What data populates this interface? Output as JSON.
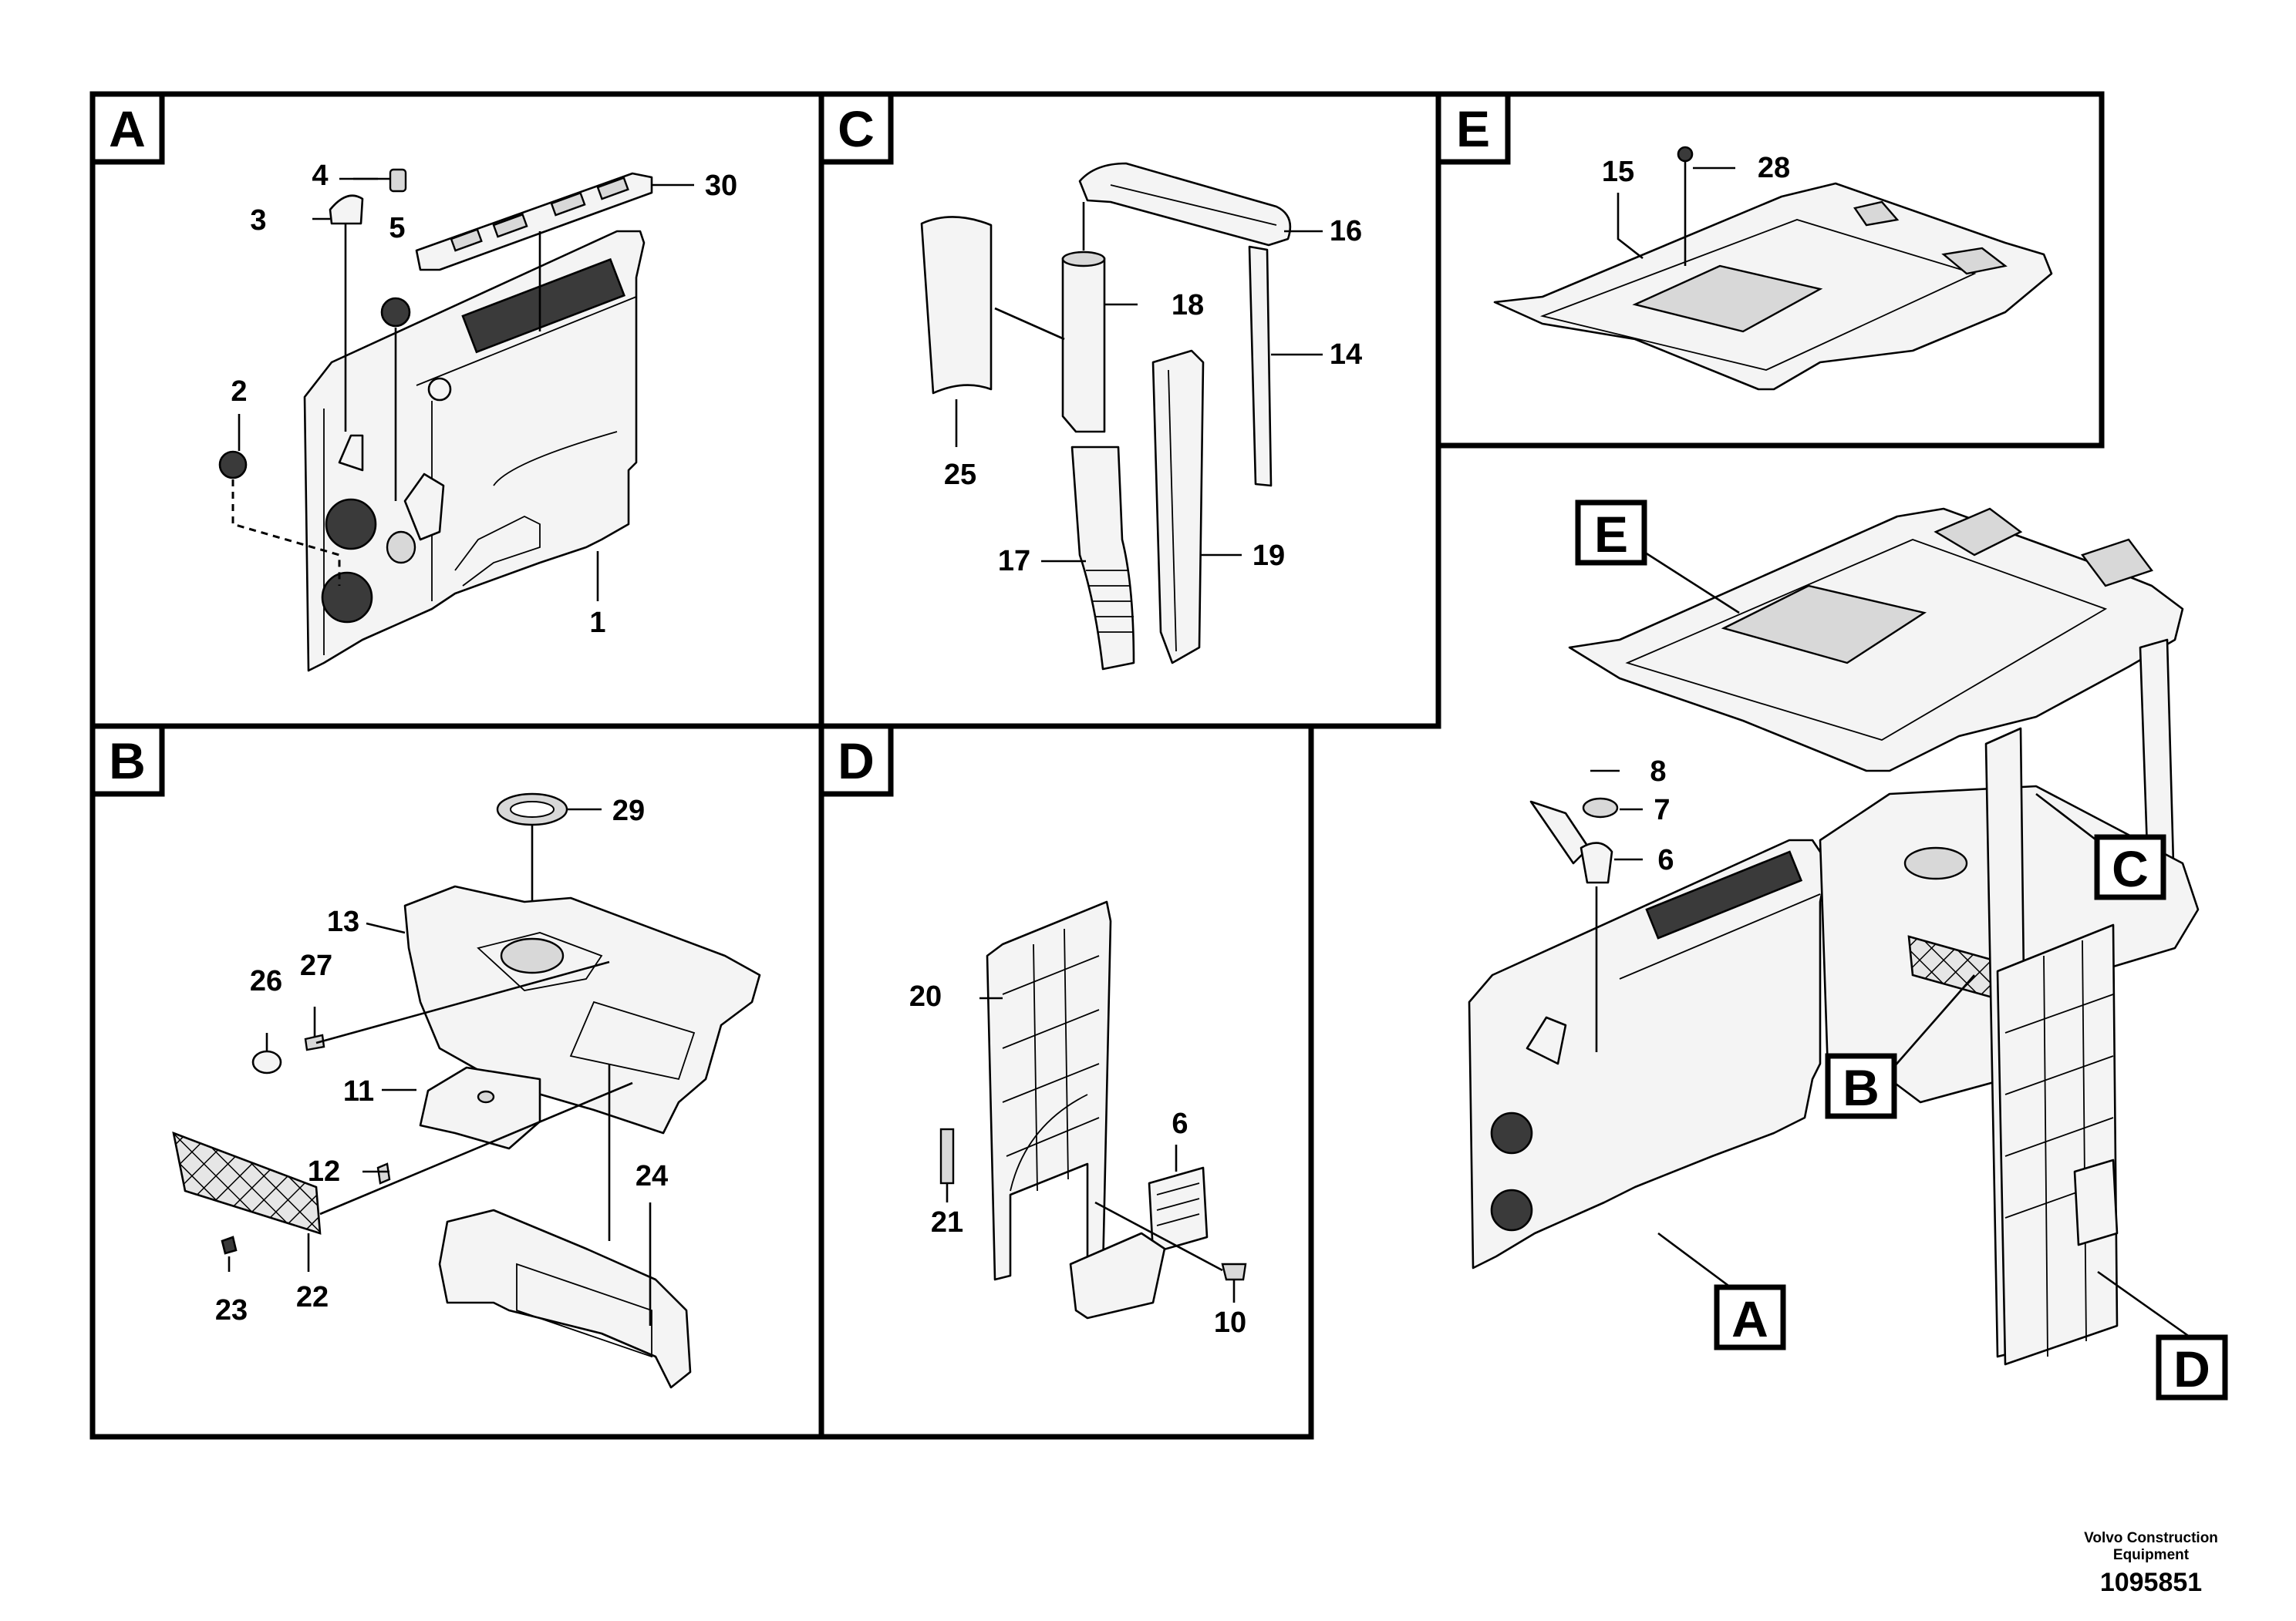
{
  "panels": [
    {
      "id": "A",
      "label": "A"
    },
    {
      "id": "B",
      "label": "B"
    },
    {
      "id": "C",
      "label": "C"
    },
    {
      "id": "D",
      "label": "D"
    },
    {
      "id": "E",
      "label": "E"
    }
  ],
  "overview_labels": {
    "E": "E",
    "C": "C",
    "B": "B",
    "A": "A",
    "D": "D"
  },
  "callouts": {
    "panel_A": [
      "1",
      "2",
      "3",
      "4",
      "5",
      "30"
    ],
    "panel_B": [
      "11",
      "12",
      "13",
      "22",
      "23",
      "24",
      "26",
      "27",
      "29"
    ],
    "panel_C": [
      "14",
      "16",
      "17",
      "18",
      "19",
      "25"
    ],
    "panel_D": [
      "6",
      "10",
      "20",
      "21"
    ],
    "panel_E": [
      "15",
      "28"
    ],
    "overview": [
      "6",
      "7",
      "8"
    ]
  },
  "footer": {
    "brand_line1": "Volvo Construction",
    "brand_line2": "Equipment",
    "document_number": "1095851"
  }
}
